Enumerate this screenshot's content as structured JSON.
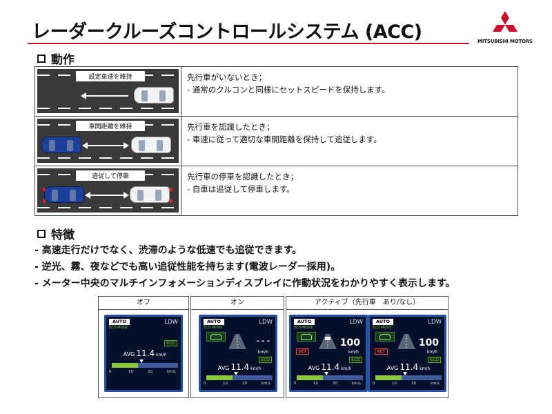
{
  "header": {
    "title": "レーダークルーズコントロールシステム (ACC)",
    "brand": "MITSUBISHI MOTORS",
    "brand_color": "#c8102e"
  },
  "operation": {
    "heading": "動作",
    "rows": [
      {
        "image_label": "設定車速を維持",
        "condition": "先行車がいないとき；",
        "detail": "- 通常のクルコンと同様にセットスピードを保持します。"
      },
      {
        "image_label": "車間距離を維持",
        "condition": "先行車を認識したとき；",
        "detail": "- 車速に従って適切な車間距離を保持して追従します。"
      },
      {
        "image_label": "追従して停車",
        "condition": "先行車の停車を認識したとき；",
        "detail": "- 自車は追従して停車します。"
      }
    ]
  },
  "features": {
    "heading": "特徴",
    "items": [
      "- 高速走行だけでなく、渋滞のような低速でも追従できます。",
      "- 逆光、霧、夜などでも高い追従性能を持ちます(電波レーダー採用)。",
      "- メーター中央のマルチインフォメーションディスプレイに作動状況をわかりやすく表示します。"
    ]
  },
  "displays": {
    "panels": [
      {
        "label": "オフ"
      },
      {
        "label": "オン"
      },
      {
        "label": "アクティブ（先行車　あり/なし）"
      }
    ],
    "screen": {
      "auto": "AUTO",
      "eco_mode": "ECO MODE",
      "ldw": "LDW",
      "eco": "ECO",
      "avg_prefix": "AVG",
      "avg_value": "11.4",
      "avg_unit": "km/h",
      "scale_unit": "km/L",
      "ticks": [
        "0",
        "10",
        "20"
      ],
      "speed_unit": "km/h",
      "set": "SET",
      "speed_off": "- - -",
      "speed_active": "100"
    }
  }
}
